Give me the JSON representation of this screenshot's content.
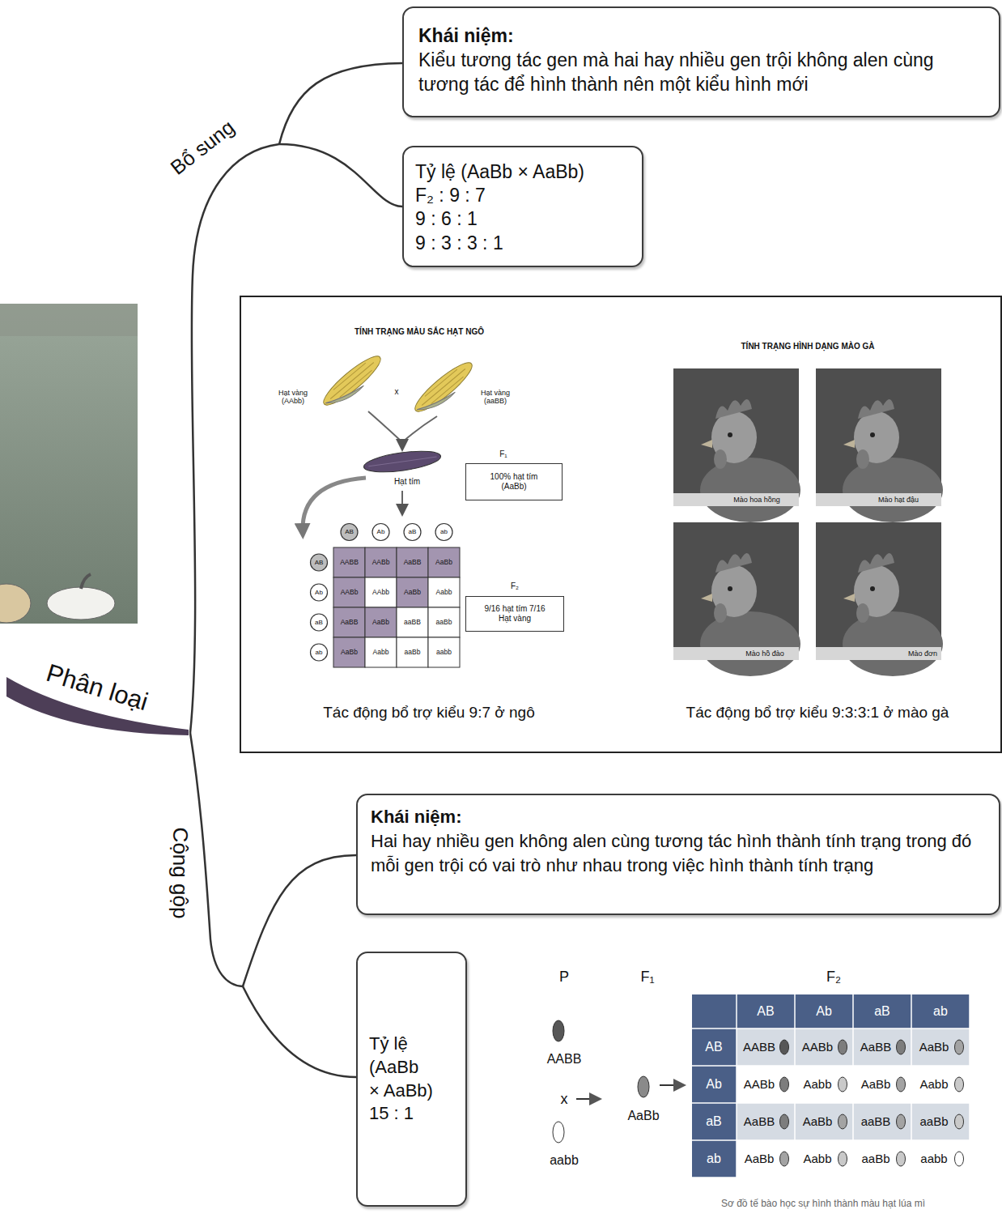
{
  "diagram": {
    "nodes": [
      {
        "text": [
          "Khái niệm:",
          "Kiểu tương tác gen mà hai hay nhiều gen trội không alen cùng tương tác để hình thành nên một kiểu hình mới"
        ]
      },
      {
        "text": [
          "Tỷ lệ (AaBb × AaBb)",
          "F₂ : 9 : 7",
          "9 : 6 : 1",
          "9 : 3 : 3 : 1"
        ]
      },
      {
        "text": [
          "Tác động bổ trợ kiểu 9:7 ở ngô",
          "Tác động bổ trợ kiểu 9:3:3:1 ở mào gà"
        ]
      },
      {
        "text": [
          "100% hạt tím (AaBb)"
        ],
        "in": 2
      },
      {
        "text": [
          "9/16 hạt tím 7/16 Hạt vàng"
        ],
        "in": 2
      },
      {
        "text": [
          "Khái niệm:",
          "Hai hay nhiều gen không alen cùng tương tác hình thành tính trạng trong đó mỗi gen trội có vai trò như nhau trong việc hình thành tính trạng"
        ]
      },
      {
        "text": [
          "Tỷ lệ (AaBb × AaBb) 15 : 1"
        ]
      }
    ],
    "labels": [
      "Bổ sung",
      "Phân loại",
      "Cộng gộp",
      "TÍNH TRẠNG MÀU SẮC HẠT NGÔ",
      "Hạt vàng (AAbb)",
      "x",
      "Hạt vàng (aaBB)",
      "F₁",
      "Hạt tím",
      "F₂",
      "AB",
      "Ab",
      "aB",
      "ab",
      "AB",
      "Ab",
      "aB",
      "ab",
      "AABB",
      "AABb",
      "AaBB",
      "AaBb",
      "AABb",
      "AAbb",
      "AaBb",
      "Aabb",
      "AaBB",
      "AaBb",
      "aaBB",
      "aaBb",
      "AaBb",
      "Aabb",
      "aaBb",
      "aabb",
      "TÍNH TRẠNG HÌNH DẠNG MÀO GÀ",
      "Mào hoa hồng",
      "Mào hạt đậu",
      "Mào hồ đào",
      "Mào đơn",
      "P",
      "F₁",
      "F₂",
      "AABB",
      "x",
      "aabb",
      "AaBb",
      "AB",
      "Ab",
      "aB",
      "ab",
      "AB",
      "Ab",
      "aB",
      "ab",
      "AABB",
      "AABb",
      "AaBB",
      "AaBb",
      "AABb",
      "Aabb",
      "AaBb",
      "Aabb",
      "AaBB",
      "AaBb",
      "aaBB",
      "aaBb",
      "AaBb",
      "Aabb",
      "aaBb",
      "aabb",
      "Sơ đồ tế bào học sự hình thành màu hạt lúa mì"
    ]
  }
}
